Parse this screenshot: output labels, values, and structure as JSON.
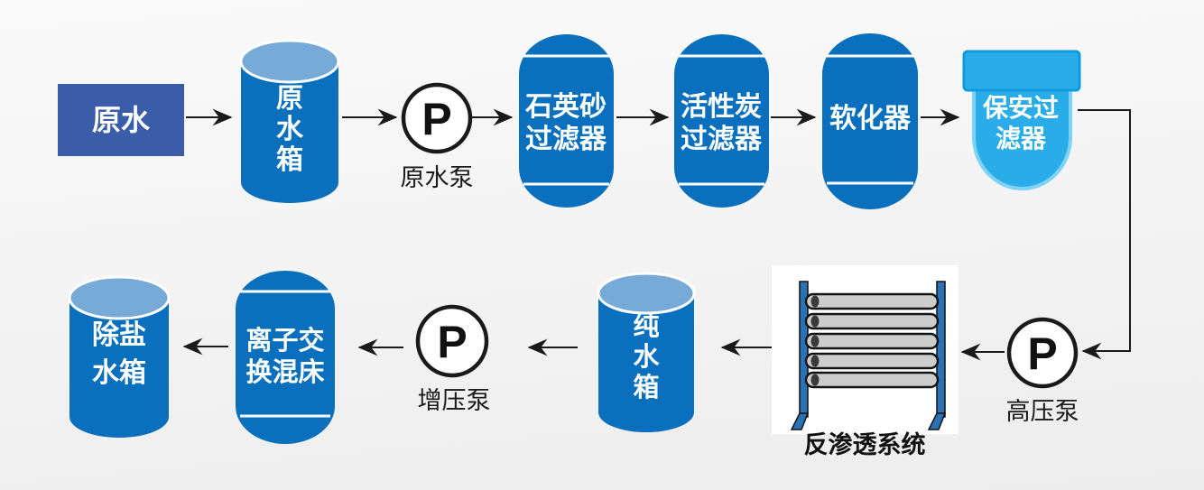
{
  "flow": {
    "raw_water": {
      "label": "原水"
    },
    "raw_tank": {
      "line1": "原",
      "line2": "水",
      "line3": "箱"
    },
    "raw_pump": {
      "symbol": "P",
      "label": "原水泵"
    },
    "quartz_filter": {
      "line1": "石英砂",
      "line2": "过滤器"
    },
    "carbon_filter": {
      "line1": "活性炭",
      "line2": "过滤器"
    },
    "softener": {
      "label": "软化器"
    },
    "security_filter": {
      "line1": "保安过",
      "line2": "滤器"
    },
    "hp_pump": {
      "symbol": "P",
      "label": "高压泵"
    },
    "ro_system": {
      "label": "反渗透系统"
    },
    "pure_tank": {
      "line1": "纯",
      "line2": "水",
      "line3": "箱"
    },
    "booster_pump": {
      "symbol": "P",
      "label": "增压泵"
    },
    "ion_exchanger": {
      "line1": "离子交",
      "line2": "换混床"
    },
    "desalted_tank": {
      "line1": "除盐",
      "line2": "水箱"
    }
  },
  "colors": {
    "vessel_blue": "#0a70bd",
    "tank_top": "#78aad7",
    "raw_box_blue": "#3b5ca8",
    "security_fill": "#2aace9",
    "security_edge": "#0d9bdd",
    "security_glow": "#7dd2f6",
    "ro_rail": "#2a72b5",
    "ro_tube": "#cdcdcd",
    "line": "#1a1a1a"
  }
}
